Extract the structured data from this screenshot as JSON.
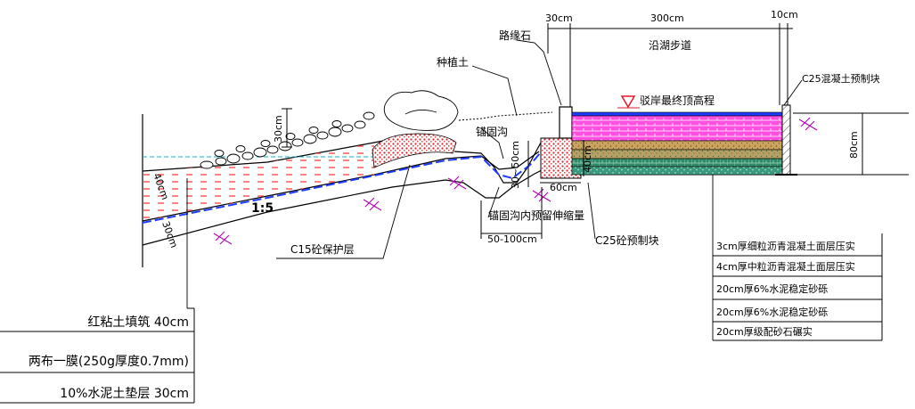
{
  "dimensions": {
    "curb_width": "30cm",
    "walkway_width": "300cm",
    "edge_width": "10cm",
    "slope_top_height": "30cm",
    "clay_fill_depth": "40cm",
    "cushion_depth": "30cm",
    "anchor_ditch_depth": "30~50cm",
    "curb_block_height": "40cm",
    "ditch_bottom_width": "60cm",
    "ditch_span": "50-100cm",
    "pavement_depth": "80cm",
    "slope_ratio": "1:5"
  },
  "labels": {
    "curb_stone": "路缘石",
    "walkway": "沿湖步道",
    "planting_soil": "种植土",
    "anchor_ditch": "锚固沟",
    "revetment_top": "驳岸最终顶高程",
    "c25_precast_right": "C25混凝土预制块",
    "c15_protection": "C15砼保护层",
    "ditch_expansion": "锚固沟内预留伸缩量",
    "c25_block": "C25砼预制块"
  },
  "left_notes": [
    "红粘土填筑 40cm",
    "两布一膜(250g厚度0.7mm)",
    "10%水泥土垫层 30cm"
  ],
  "right_notes": [
    "3cm厚细粒沥青混凝土面层压实",
    "4cm厚中粒沥青混凝土面层压实",
    "20cm厚6%水泥稳定砂砾",
    "20cm厚6%水泥稳定砂砾",
    "20cm厚级配砂石碾实"
  ],
  "colors": {
    "line": "#000000",
    "membrane": "#1f3cff",
    "water": "#2aa7b8",
    "clay": "#ff3b3b",
    "concrete": "#d8262b",
    "asphalt_top": "#ff2bd6",
    "hatch": "#b000b0",
    "sand": "#c7a15a",
    "gravel": "#2f8a6a"
  }
}
